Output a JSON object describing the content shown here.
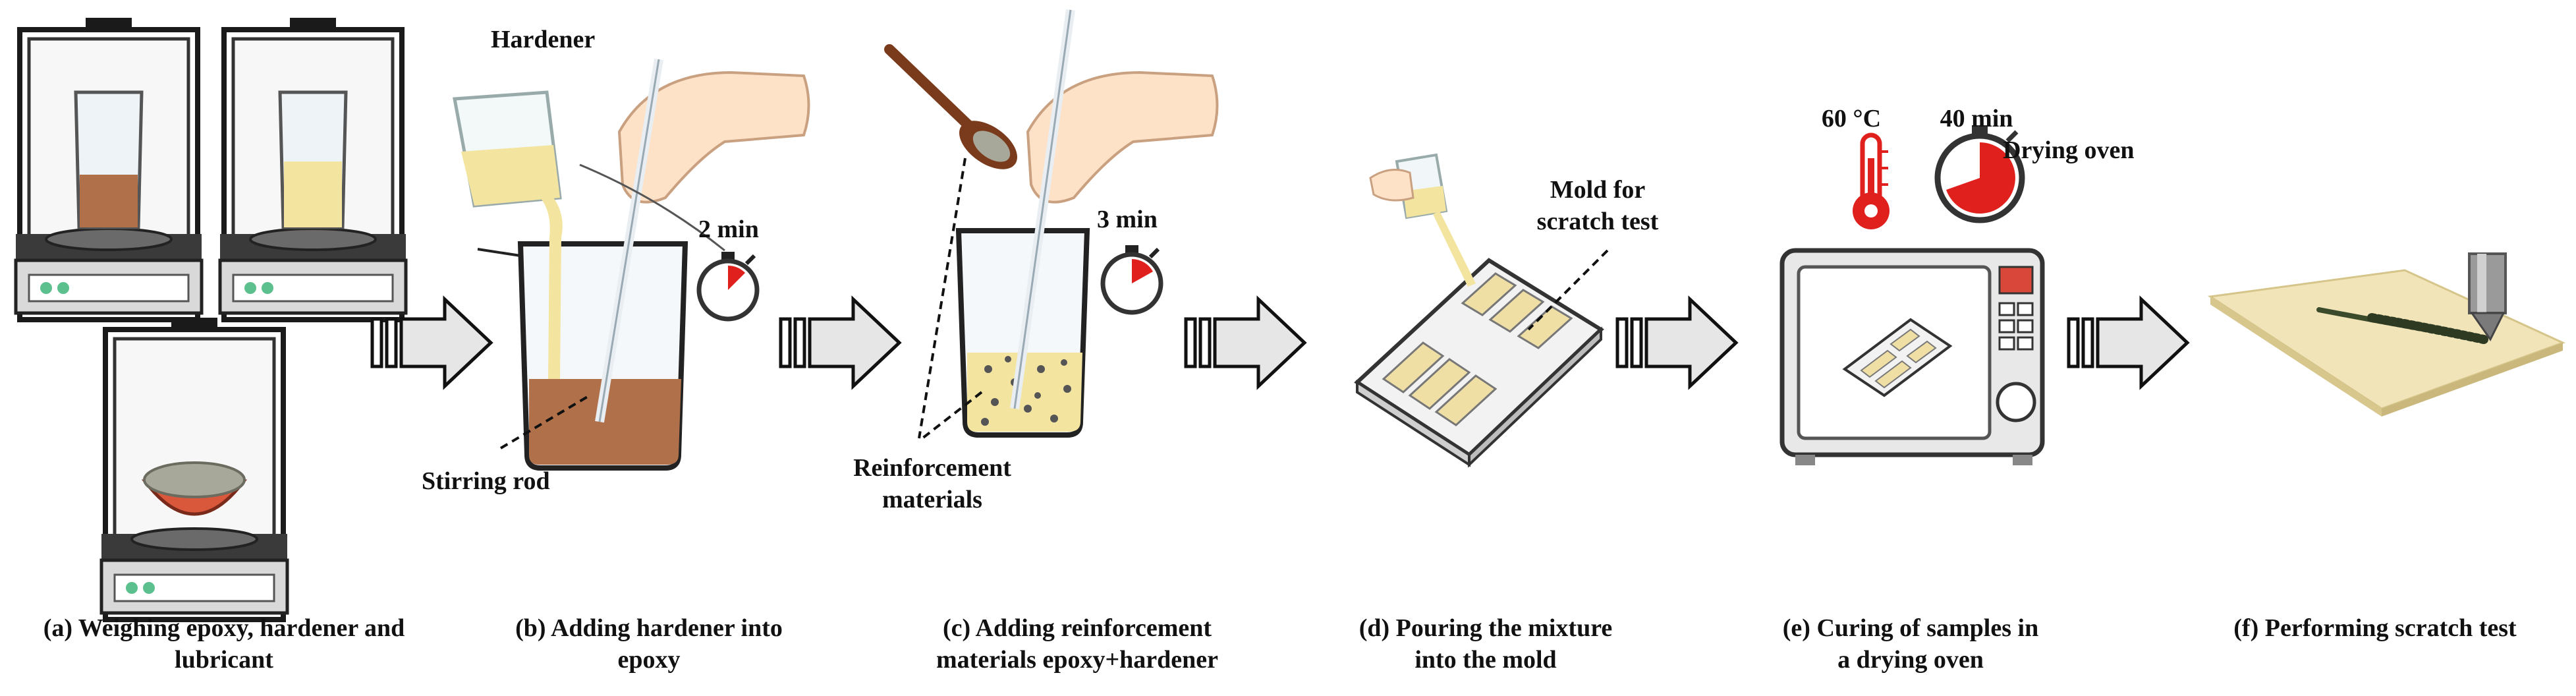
{
  "steps": [
    {
      "caption_line1": "(a) Weighing epoxy, hardener and",
      "caption_line2": "lubricant"
    },
    {
      "caption_line1": "(b) Adding hardener into",
      "caption_line2": "epoxy"
    },
    {
      "caption_line1": "(c) Adding reinforcement",
      "caption_line2": "materials epoxy+hardener"
    },
    {
      "caption_line1": "(d) Pouring the mixture",
      "caption_line2": "into the mold"
    },
    {
      "caption_line1": "(e) Curing of samples in",
      "caption_line2": "a drying oven"
    },
    {
      "caption_line1": "(f) Performing scratch test",
      "caption_line2": ""
    }
  ],
  "labels": {
    "hardener": "Hardener",
    "time_b": "2 min",
    "stirring_rod": "Stirring rod",
    "time_c": "3 min",
    "reinforcement_line1": "Reinforcement",
    "reinforcement_line2": "materials",
    "mold_line1": "Mold for",
    "mold_line2": "scratch test",
    "temperature": "60 °C",
    "time_e": "40 min",
    "drying_oven": "Drying oven"
  },
  "colors": {
    "epoxy": "#b0704a",
    "hardener": "#f3e4a0",
    "timer_red": "#e0201c",
    "specimen": "#f0dfa5",
    "arrow_fill": "#e6e6e6"
  },
  "icons": [
    "balance-icon",
    "beaker-icon",
    "hand-icon",
    "spoon-icon",
    "stopwatch-icon",
    "thermometer-icon",
    "oven-icon",
    "mold-icon",
    "scratch-tip-icon",
    "arrow-icon"
  ]
}
